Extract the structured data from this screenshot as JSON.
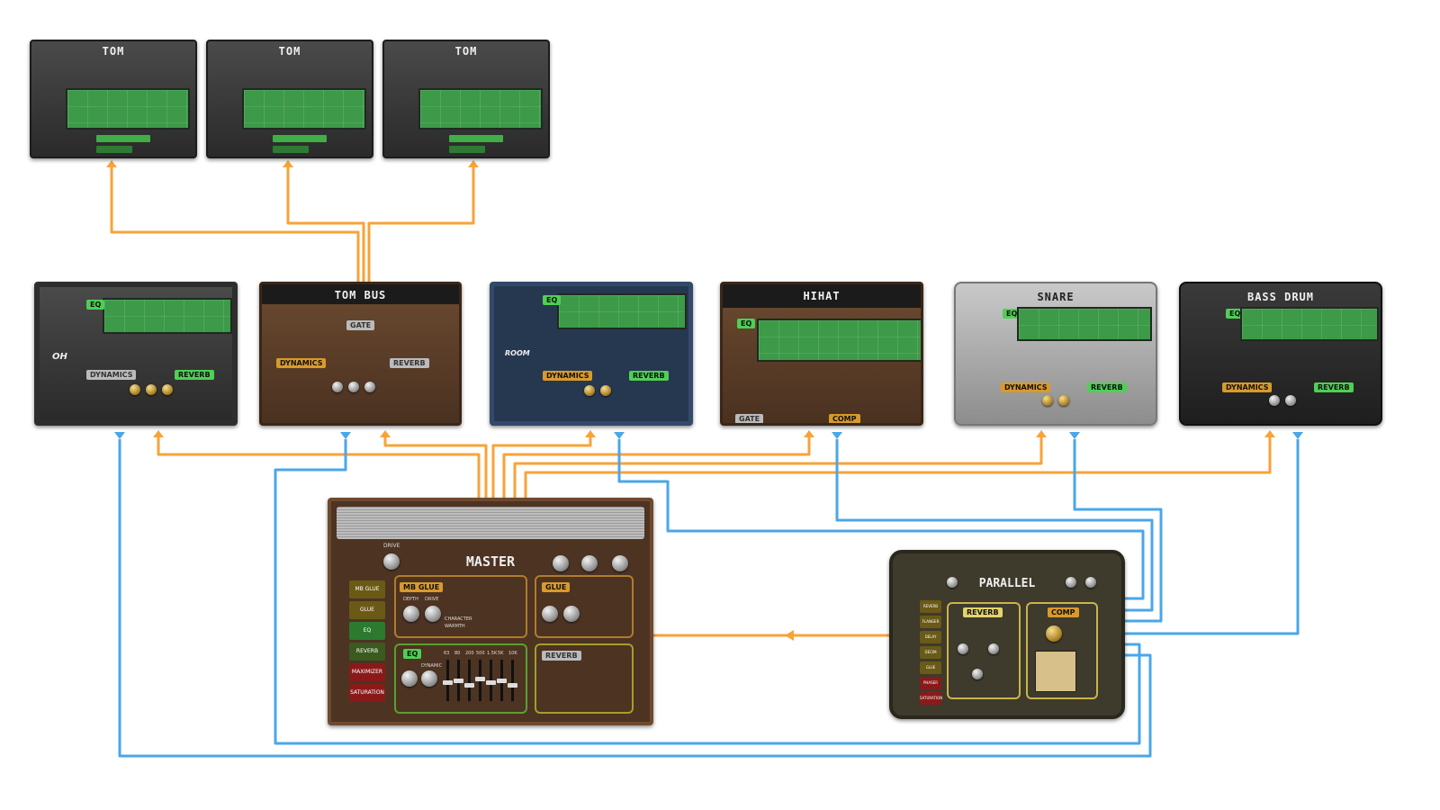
{
  "diagram": {
    "toms": [
      {
        "title": "TOM"
      },
      {
        "title": "TOM"
      },
      {
        "title": "TOM"
      }
    ],
    "channels": {
      "oh": {
        "side_label": "OH",
        "dynamics_label": "DYNAMICS",
        "reverb_label": "REVERB",
        "eq_label": "EQ"
      },
      "tom_bus": {
        "title": "TOM BUS",
        "gate_label": "GATE",
        "dynamics_label": "DYNAMICS",
        "reverb_label": "REVERB"
      },
      "room": {
        "side_label": "ROOM",
        "dynamics_label": "DYNAMICS",
        "reverb_label": "REVERB",
        "eq_label": "EQ"
      },
      "hihat": {
        "title": "HIHAT",
        "eq_label": "EQ",
        "gate_label": "GATE",
        "comp_label": "COMP"
      },
      "snare": {
        "title": "SNARE",
        "eq_label": "EQ",
        "dynamics_label": "DYNAMICS",
        "reverb_label": "REVERB"
      },
      "bass_drum": {
        "title": "BASS DRUM",
        "eq_label": "EQ",
        "dynamics_label": "DYNAMICS",
        "reverb_label": "REVERB"
      }
    },
    "master": {
      "title": "MASTER",
      "drive_label": "DRIVE",
      "mb_glue_label": "MB GLUE",
      "glue_label": "GLUE",
      "eq_label": "EQ",
      "reverb_label": "REVERB",
      "depth_label": "DEPTH",
      "drive_knob_label": "DRIVE",
      "character_label": "CHARACTER",
      "warmth_label": "WARMTH",
      "dynamic_label": "DYNAMIC",
      "side_items": [
        "MB GLUE",
        "GLUE",
        "EQ",
        "REVERB",
        "MAXIMIZER",
        "SATURATION"
      ],
      "eq_bands": [
        "63",
        "80",
        "200",
        "500",
        "1.5K",
        "5K",
        "10K"
      ]
    },
    "parallel": {
      "title": "PARALLEL",
      "reverb_label": "REVERB",
      "comp_label": "COMP",
      "side_items": [
        "REVERB",
        "FLANGER",
        "DELAY",
        "DECIM",
        "GLUE",
        "PHASER",
        "SATURATION"
      ]
    },
    "colors": {
      "send_wire": "#f7a339",
      "return_wire": "#4aa7e8"
    }
  }
}
